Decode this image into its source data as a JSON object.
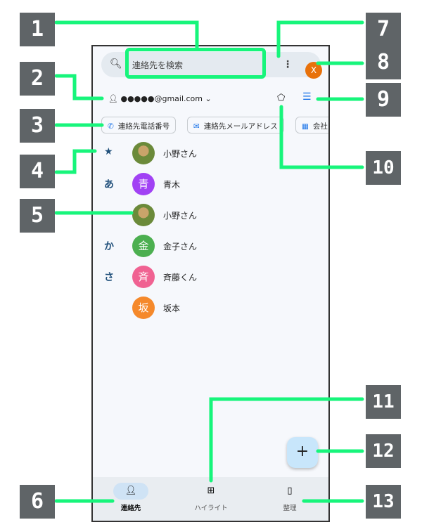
{
  "search": {
    "placeholder": "連絡先を検索",
    "icon": "search-icon"
  },
  "more_icon": "⋮",
  "profile_initial": "X",
  "account": {
    "email": "●●●●●@gmail.com"
  },
  "chips": [
    "連絡先電話番号",
    "連絡先メールアドレス",
    "会社"
  ],
  "contacts": [
    {
      "index": "★",
      "name": "小野さん",
      "initial": "",
      "color": "photo"
    },
    {
      "index": "あ",
      "name": "青木",
      "initial": "青",
      "color": "#a142f4"
    },
    {
      "index": "",
      "name": "小野さん",
      "initial": "",
      "color": "photo"
    },
    {
      "index": "か",
      "name": "金子さん",
      "initial": "金",
      "color": "#4caf50"
    },
    {
      "index": "さ",
      "name": "斉藤くん",
      "initial": "斉",
      "color": "#f06292"
    },
    {
      "index": "",
      "name": "坂本",
      "initial": "坂",
      "color": "#f5892b"
    }
  ],
  "fab": "+",
  "nav": [
    {
      "label": "連絡先"
    },
    {
      "label": "ハイライト"
    },
    {
      "label": "整理"
    }
  ],
  "callouts": [
    "1",
    "2",
    "3",
    "4",
    "5",
    "6",
    "7",
    "8",
    "9",
    "10",
    "11",
    "12",
    "13"
  ],
  "colors": {
    "callout_line": "#17f57b",
    "badge": "#5f6467"
  }
}
